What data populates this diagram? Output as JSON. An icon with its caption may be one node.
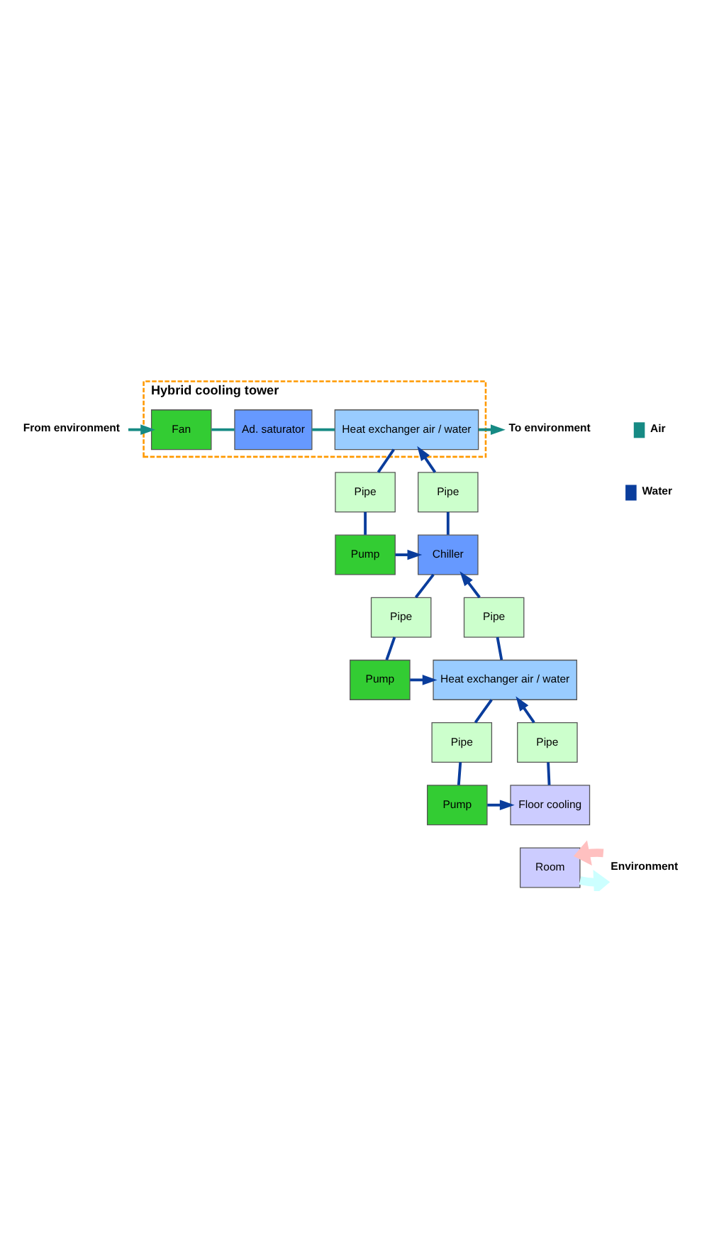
{
  "diagram": {
    "nodes": [
      {
        "text": [
          "Hybrid cooling tower"
        ]
      },
      {
        "text": [
          "From environment"
        ]
      },
      {
        "text": [
          "Fan"
        ],
        "in": 0
      },
      {
        "text": [
          "Ad. saturator"
        ],
        "in": 0
      },
      {
        "text": [
          "Heat exchanger air / water"
        ],
        "in": 0
      },
      {
        "text": [
          "To environment"
        ]
      },
      {
        "text": [
          "Pipe"
        ]
      },
      {
        "text": [
          "Pipe"
        ]
      },
      {
        "text": [
          "Pump"
        ]
      },
      {
        "text": [
          "Chiller"
        ]
      },
      {
        "text": [
          "Pipe"
        ]
      },
      {
        "text": [
          "Pipe"
        ]
      },
      {
        "text": [
          "Pump"
        ]
      },
      {
        "text": [
          "Heat exchanger air / water"
        ]
      },
      {
        "text": [
          "Pipe"
        ]
      },
      {
        "text": [
          "Pipe"
        ]
      },
      {
        "text": [
          "Pump"
        ]
      },
      {
        "text": [
          "Floor cooling"
        ]
      },
      {
        "text": [
          "Room"
        ]
      },
      {
        "text": [
          "Environment"
        ]
      }
    ],
    "edges": [
      {
        "from": 1,
        "to": 2,
        "arrow": "to",
        "color": "#168a84"
      },
      {
        "from": 2,
        "to": 3,
        "arrow": "none",
        "color": "#168a84"
      },
      {
        "from": 3,
        "to": 4,
        "arrow": "none",
        "color": "#168a84"
      },
      {
        "from": 4,
        "to": 5,
        "arrow": "to",
        "color": "#168a84"
      },
      {
        "from": 4,
        "to": 6,
        "arrow": "none"
      },
      {
        "from": 6,
        "to": 8,
        "arrow": "none"
      },
      {
        "from": 8,
        "to": 9,
        "arrow": "to"
      },
      {
        "from": 9,
        "to": 7,
        "arrow": "none"
      },
      {
        "from": 7,
        "to": 4,
        "arrow": "to"
      },
      {
        "from": 9,
        "to": 10,
        "arrow": "none"
      },
      {
        "from": 10,
        "to": 12,
        "arrow": "none"
      },
      {
        "from": 12,
        "to": 13,
        "arrow": "to"
      },
      {
        "from": 13,
        "to": 11,
        "arrow": "none"
      },
      {
        "from": 11,
        "to": 9,
        "arrow": "to"
      },
      {
        "from": 13,
        "to": 14,
        "arrow": "none"
      },
      {
        "from": 14,
        "to": 16,
        "arrow": "none"
      },
      {
        "from": 16,
        "to": 17,
        "arrow": "to"
      },
      {
        "from": 17,
        "to": 15,
        "arrow": "none"
      },
      {
        "from": 15,
        "to": 13,
        "arrow": "to"
      },
      {
        "from": 18,
        "to": 19,
        "arrow": "to",
        "style": "thick",
        "color": "#ccffff"
      },
      {
        "from": 19,
        "to": 18,
        "arrow": "to",
        "style": "thick",
        "color": "#ffc0c0"
      }
    ],
    "legend": [
      {
        "text": "Air",
        "color": "#168a84"
      },
      {
        "text": "Water",
        "color": "#0a3d9c"
      }
    ]
  }
}
